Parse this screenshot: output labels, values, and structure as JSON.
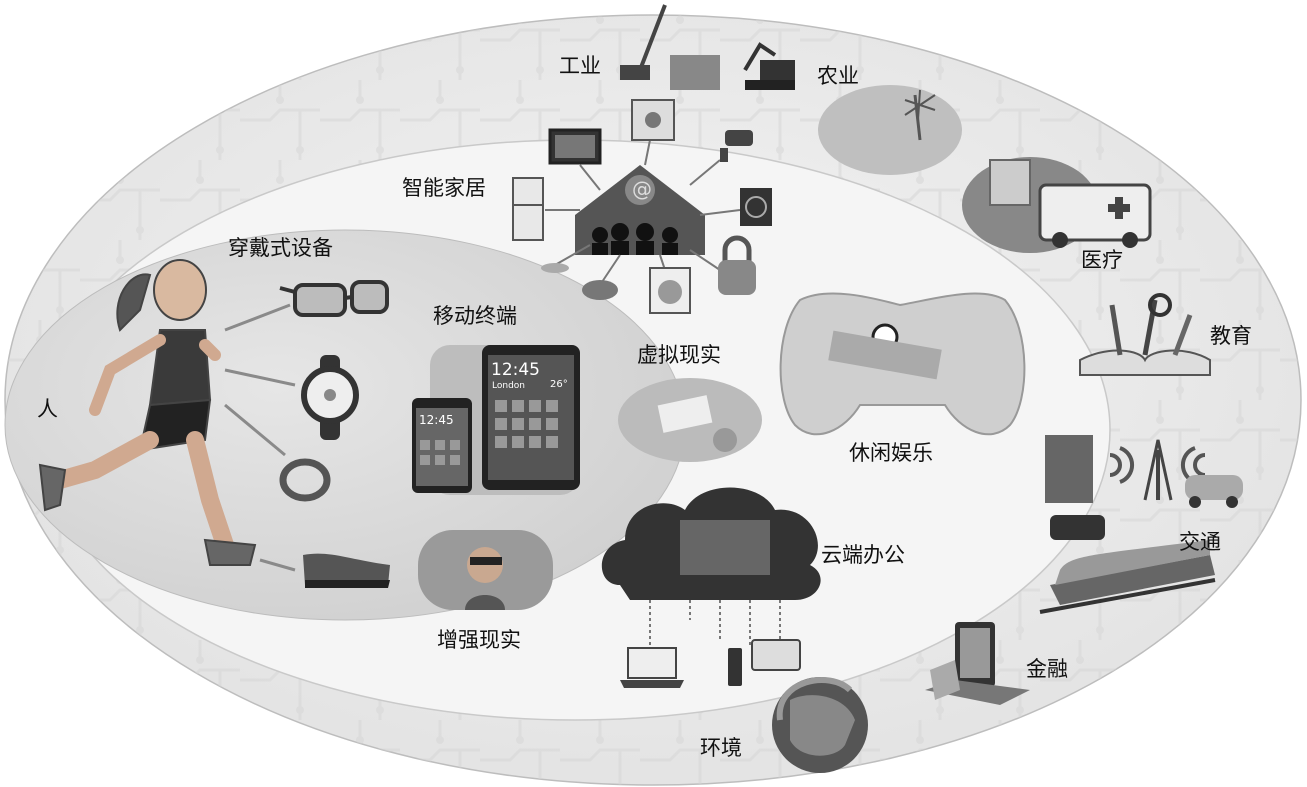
{
  "labels": {
    "industry": "工业",
    "agriculture": "农业",
    "smart_home": "智能家居",
    "medical": "医疗",
    "wearable": "穿戴式设备",
    "mobile": "移动终端",
    "education": "教育",
    "person": "人",
    "vr": "虚拟现实",
    "leisure": "休闲娱乐",
    "transport": "交通",
    "cloud_office": "云端办公",
    "ar": "增强现实",
    "finance": "金融",
    "environment": "环境"
  },
  "screen": {
    "big_phone_time": "12:45",
    "big_phone_city": "London",
    "big_phone_temp": "26°",
    "small_phone_time": "12:45"
  },
  "icons": {
    "house_symbol": "@"
  },
  "colors": {
    "outer_ring": "#e9e9e9",
    "middle_ring": "#f2f2f2",
    "inner_ring": "#d8d8d8",
    "stroke": "#6a6a6a"
  }
}
